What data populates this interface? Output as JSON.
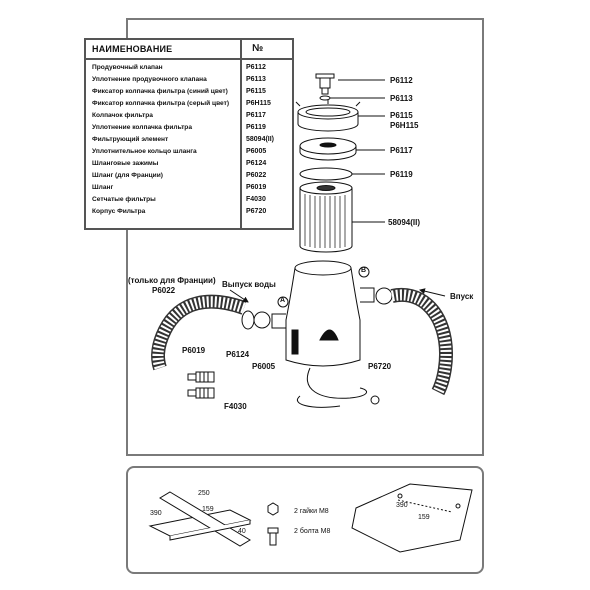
{
  "table": {
    "header_name": "НАИМЕНОВАНИЕ",
    "header_num": "№",
    "rows": [
      {
        "name": "Продувочный клапан",
        "code": "P6112"
      },
      {
        "name": "Уплотнение продувочного клапана",
        "code": "P6113"
      },
      {
        "name": "Фиксатор колпачка фильтра (синий цвет)",
        "code": "P6115"
      },
      {
        "name": "Фиксатор колпачка фильтра (серый цвет)",
        "code": "P6H115"
      },
      {
        "name": "Колпачок фильтра",
        "code": "P6117"
      },
      {
        "name": "Уплотнение колпачка фильтра",
        "code": "P6119"
      },
      {
        "name": "Фильтрующий элемент",
        "code": "58094(II)"
      },
      {
        "name": "Уплотнительное кольцо шланга",
        "code": "P6005"
      },
      {
        "name": "Шланговые зажимы",
        "code": "P6124"
      },
      {
        "name": "Шланг (для Франции)",
        "code": "P6022"
      },
      {
        "name": "Шланг",
        "code": "P6019"
      },
      {
        "name": "Сетчатые фильтры",
        "code": "F4030"
      },
      {
        "name": "Корпус Фильтра",
        "code": "P6720"
      }
    ]
  },
  "callouts": {
    "p6112": "P6112",
    "p6113": "P6113",
    "p6115": "P6115",
    "p6h115": "P6H115",
    "p6117": "P6117",
    "p6119": "P6119",
    "p58094": "58094(II)",
    "p6022_note": "(только для Франции)",
    "p6022": "P6022",
    "outlet": "Выпуск воды",
    "inlet": "Впуск",
    "p6019": "P6019",
    "p6124": "P6124",
    "p6005": "P6005",
    "p6720": "P6720",
    "f4030": "F4030",
    "marker_a": "A",
    "marker_b": "B"
  },
  "bottom": {
    "dim_250": "250",
    "dim_390": "390",
    "dim_159": "159",
    "dim_40": "40",
    "nuts": "2 гайки М8",
    "bolts": "2 болта М8",
    "dim_390b": "390",
    "dim_159b": "159"
  }
}
